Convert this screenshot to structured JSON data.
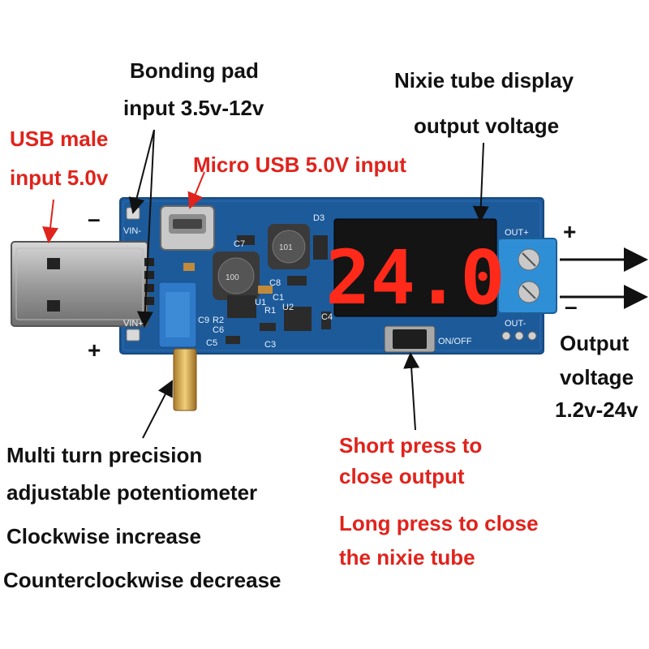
{
  "labels": {
    "bonding_pad_line1": "Bonding pad",
    "bonding_pad_line2": "input 3.5v-12v",
    "usb_male_line1": "USB male",
    "usb_male_line2": "input 5.0v",
    "micro_usb": "Micro USB 5.0V input",
    "nixie_line1": "Nixie tube display",
    "nixie_line2": "output voltage",
    "output_line1": "Output",
    "output_line2": "voltage",
    "output_line3": "1.2v-24v",
    "pot_line1": "Multi turn precision",
    "pot_line2": "adjustable potentiometer",
    "pot_line3": "Clockwise increase",
    "pot_line4": "Counterclockwise decrease",
    "short_press_line1": "Short press to",
    "short_press_line2": "close output",
    "long_press_line1": "Long press to close",
    "long_press_line2": "the nixie tube"
  },
  "symbols": {
    "in_minus": "–",
    "in_plus": "+",
    "out_plus": "+",
    "out_minus": "–"
  },
  "display": {
    "reading": "24.0"
  },
  "silkscreen": {
    "vin_minus": "VIN-",
    "vin_plus": "VIN+",
    "out_plus": "OUT+",
    "out_minus": "OUT-",
    "on_off": "ON/OFF",
    "d3": "D3",
    "c7": "C7",
    "c8": "C8",
    "c1": "C1",
    "u1": "U1",
    "r1": "R1",
    "u2": "U2",
    "c4": "C4",
    "c9": "C9",
    "r2": "R2",
    "c6": "C6",
    "c5": "C5",
    "c3": "C3",
    "inductor1": "101",
    "inductor2": "100"
  },
  "colors": {
    "pcb": "#1d5a9a",
    "label_red": "#e0231c",
    "label_black": "#111111",
    "led_red": "#ff2a1a",
    "terminal_blue": "#2f8fd6"
  }
}
